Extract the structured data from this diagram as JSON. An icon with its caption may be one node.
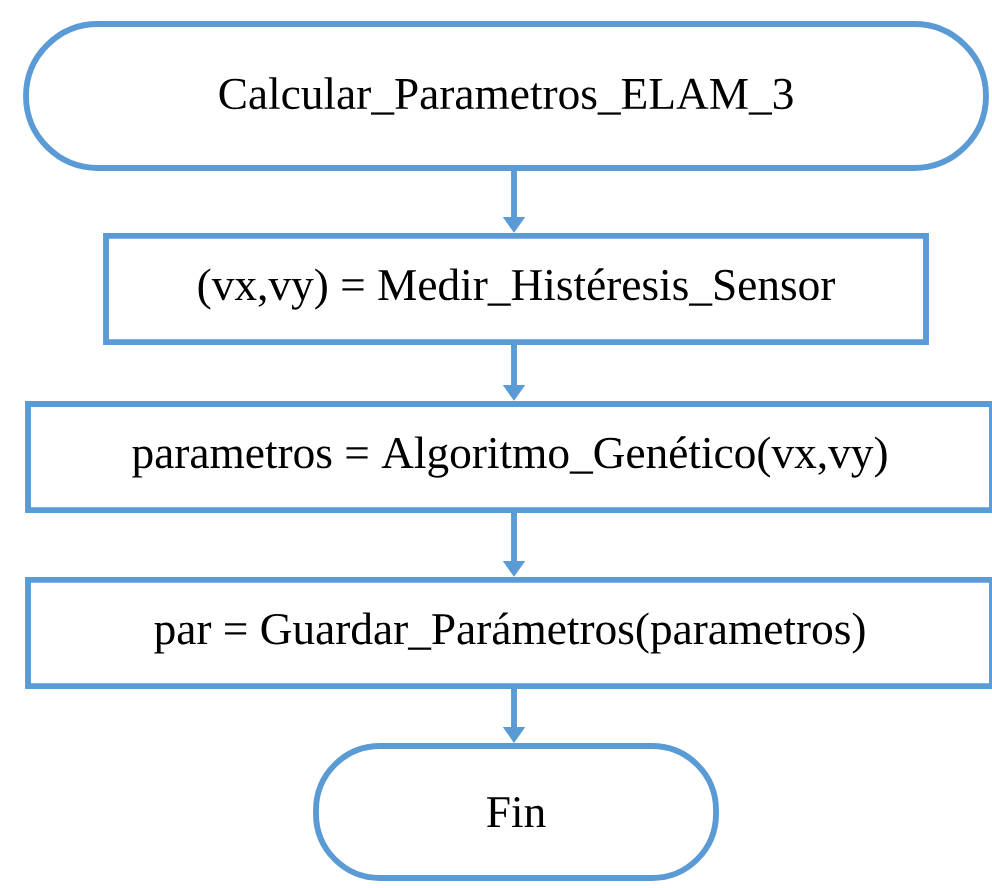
{
  "diagram": {
    "nodes": [
      {
        "text": [
          "Calcular_Parametros_ELAM_3"
        ]
      },
      {
        "text": [
          "(vx,vy) = Medir_Histéresis_Sensor"
        ]
      },
      {
        "text": [
          "parametros = Algoritmo_Genético(vx,vy)"
        ]
      },
      {
        "text": [
          "par = Guardar_Parámetros(parametros)"
        ]
      },
      {
        "text": [
          "Fin"
        ]
      }
    ],
    "edges": [
      {
        "from": 0,
        "to": 1,
        "arrow": "to"
      },
      {
        "from": 1,
        "to": 2,
        "arrow": "to"
      },
      {
        "from": 2,
        "to": 3,
        "arrow": "to"
      },
      {
        "from": 3,
        "to": 4,
        "arrow": "to"
      }
    ]
  }
}
